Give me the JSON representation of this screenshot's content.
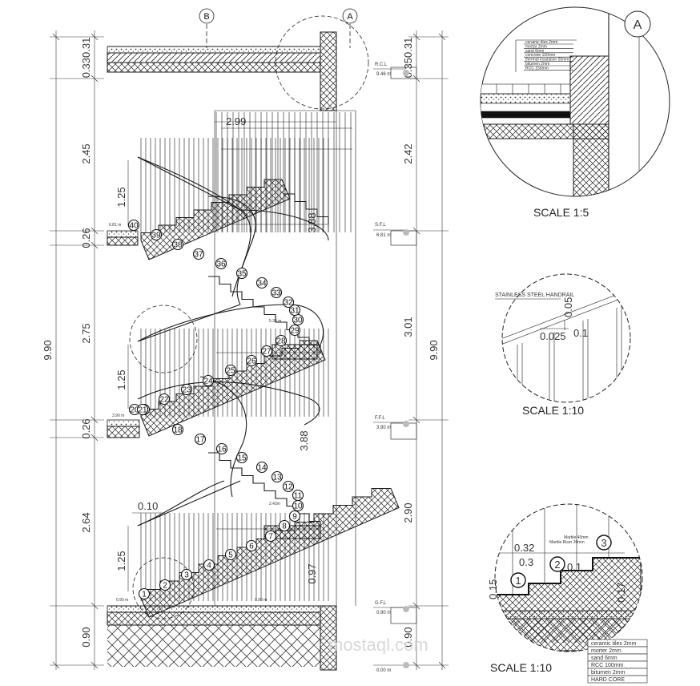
{
  "grid": {
    "b": "B",
    "a": "A"
  },
  "left_dims": {
    "total": "9.90",
    "top_slab": "0.330.31",
    "upper_flight": "2.45",
    "sfl_slab": "0.26",
    "middle_flight": "2.75",
    "ffl_slab": "0.26",
    "lower_flight": "2.64",
    "base": "0.90",
    "rail_a": "1.25",
    "rail_b": "1.25",
    "rail_c": "1.25",
    "rail_spacing": "0.10"
  },
  "right_dims": {
    "total": "9.90",
    "top": "0.350.31",
    "upper": "2.42",
    "middle": "3.01",
    "lower": "2.90",
    "base": "0.90",
    "width": "2.99",
    "col_height": "0.97",
    "bay": "3.88",
    "bay2": "3.88"
  },
  "levels": [
    {
      "name": "R.C.L",
      "value": "9.46 m"
    },
    {
      "name": "S.F.L",
      "value": "6.81 m"
    },
    {
      "name": "F.F.L",
      "value": "3.90 m"
    },
    {
      "name": "G.F.L",
      "value": "0.90 m"
    },
    {
      "name": "",
      "value": "0.00 m"
    }
  ],
  "small_labels": {
    "landing_sfl": "6.81 m",
    "landing_ffl": "3.90 m",
    "mid_landing_1": "5.33 m",
    "mid_landing_2": "2.42m",
    "ground_left": "0.90 m",
    "ground_mid": "0.90 m"
  },
  "steps": [
    "1",
    "2",
    "3",
    "4",
    "5",
    "6",
    "7",
    "8",
    "9",
    "10",
    "11",
    "12",
    "13",
    "14",
    "15",
    "16",
    "17",
    "18",
    "19",
    "20",
    "21",
    "22",
    "23",
    "24",
    "25",
    "26",
    "27",
    "28",
    "29",
    "30",
    "31",
    "32",
    "33",
    "34",
    "35",
    "36",
    "37",
    "38",
    "39",
    "40"
  ],
  "detail_a": {
    "callout": "A",
    "layers": [
      "ceramic tiles 2mm",
      "mortar 2mm",
      "sand 6mm",
      "concrete 100mm",
      "thermal insulation 50mm",
      "bitumen 2mm",
      "RCC 150mm"
    ],
    "scale": "SCALE 1:5"
  },
  "detail_handrail": {
    "title": "STAINLESS STEEL HANDRAIL",
    "dim_a": "0.025",
    "dim_b": "0.1",
    "dim_c": "0.05",
    "scale": "SCALE 1:10"
  },
  "detail_stair": {
    "steps": [
      "1",
      "2",
      "3"
    ],
    "dim_tread": "0.32",
    "dim_b": "0.3",
    "dim_c": "0.15",
    "dim_d": "0.17",
    "dim_e": "0.1",
    "note_1": "Marble 40mm",
    "note_2": "Marble Riser 20mm",
    "layers": [
      "ceramic tiles 2mm",
      "morter 2mm",
      "sand 6mm",
      "RCC 100mm",
      "bitumen 2mm",
      "HARD CORE"
    ],
    "scale": "SCALE 1:10"
  },
  "watermark": "mostaql.com"
}
